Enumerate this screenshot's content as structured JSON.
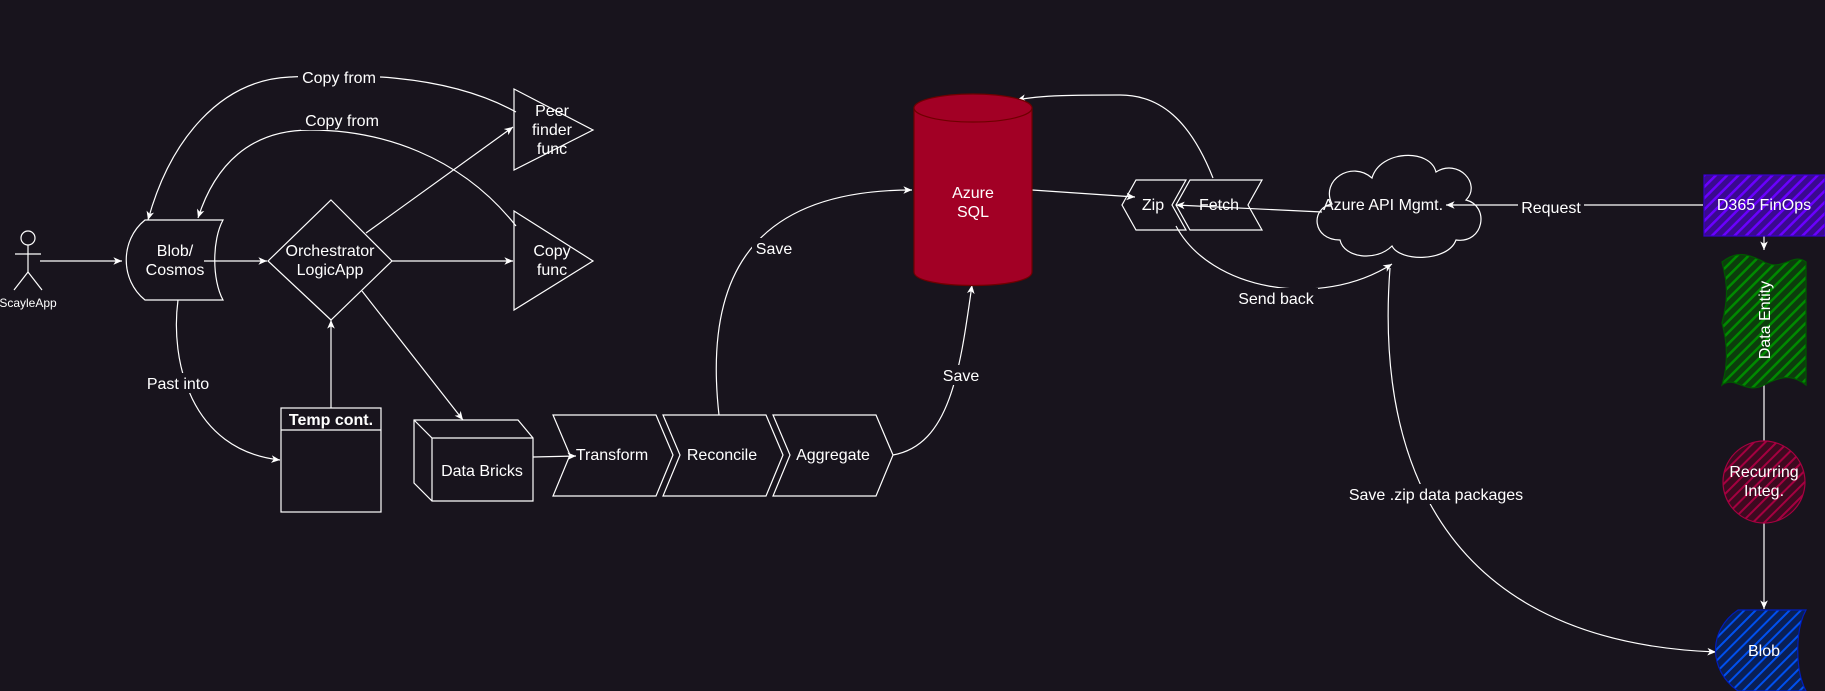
{
  "nodes": {
    "actor": "ScayleApp",
    "blob_cosmos_1": "Blob/",
    "blob_cosmos_2": "Cosmos",
    "orchestrator_1": "Orchestrator",
    "orchestrator_2": "LogicApp",
    "peer_finder_1": "Peer",
    "peer_finder_2": "finder",
    "peer_finder_3": "func",
    "copy_func_1": "Copy",
    "copy_func_2": "func",
    "temp_cont": "Temp cont.",
    "data_bricks": "Data Bricks",
    "transform": "Transform",
    "reconcile": "Reconcile",
    "aggregate": "Aggregate",
    "azure_sql_1": "Azure",
    "azure_sql_2": "SQL",
    "zip": "Zip",
    "fetch": "Fetch",
    "azure_api": "Azure API Mgmt.",
    "d365": "D365 FinOps",
    "data_entity": "Data Entity",
    "recurring_1": "Recurring",
    "recurring_2": "Integ.",
    "blob": "Blob"
  },
  "edges": {
    "copy_from_1": "Copy from",
    "copy_from_2": "Copy from",
    "past_into": "Past into",
    "save_1": "Save",
    "save_2": "Save",
    "send_back": "Send back",
    "request": "Request",
    "save_zip": "Save .zip data packages"
  },
  "colors": {
    "background": "#18141d",
    "azure_sql": "#a20025",
    "d365": "#6a00ff",
    "data_entity": "#008a00",
    "recurring": "#a50040",
    "blob": "#0050ef"
  }
}
